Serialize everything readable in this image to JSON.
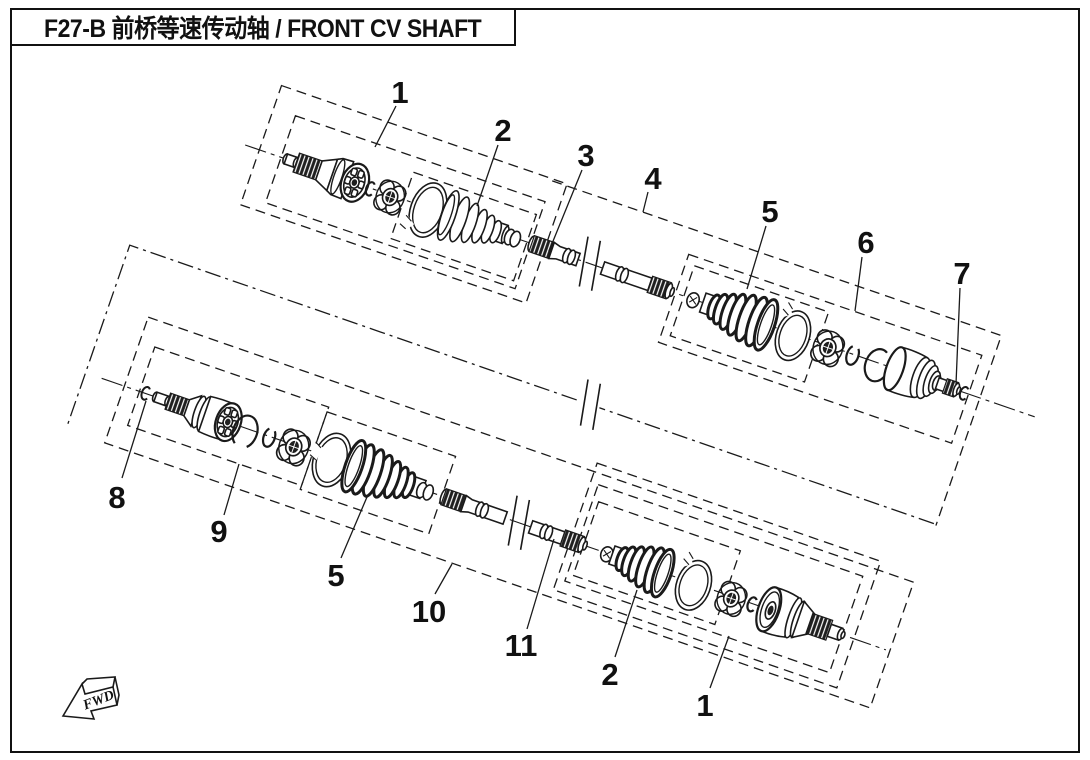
{
  "header": {
    "title": "F27-B 前桥等速传动轴 / FRONT CV SHAFT"
  },
  "fwd": {
    "label": "FWD"
  },
  "callouts": [
    {
      "id": "1-upper",
      "n": "1"
    },
    {
      "id": "2-upper",
      "n": "2"
    },
    {
      "id": "3",
      "n": "3"
    },
    {
      "id": "4",
      "n": "4"
    },
    {
      "id": "5-upper",
      "n": "5"
    },
    {
      "id": "6",
      "n": "6"
    },
    {
      "id": "7",
      "n": "7"
    },
    {
      "id": "8",
      "n": "8"
    },
    {
      "id": "9",
      "n": "9"
    },
    {
      "id": "5-lower",
      "n": "5"
    },
    {
      "id": "10",
      "n": "10"
    },
    {
      "id": "11",
      "n": "11"
    },
    {
      "id": "2-lower",
      "n": "2"
    },
    {
      "id": "1-lower",
      "n": "1"
    }
  ],
  "colors": {
    "line": "#1a1a1a",
    "background": "#ffffff"
  }
}
